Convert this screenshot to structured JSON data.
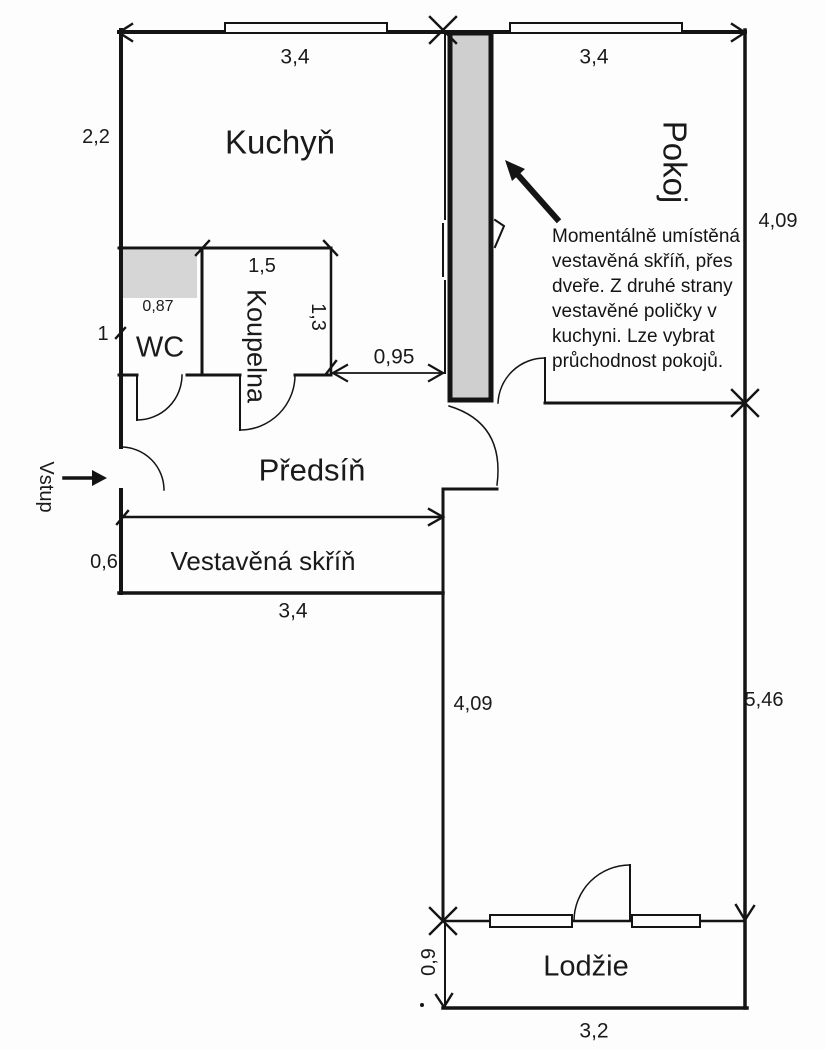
{
  "labels": {
    "kitchen": "Kuchyň",
    "room": "Pokoj",
    "wc": "WC",
    "bathroom": "Koupelna",
    "hall": "Předsíň",
    "wardrobe": "Vestavěná skříň",
    "loggia": "Lodžie",
    "entrance": "Vstup"
  },
  "dims": {
    "kitchen_top": "3,4",
    "room_top": "3,4",
    "kitchen_left": "2,2",
    "room_right": "4,09",
    "bath_top": "1,5",
    "bath_right": "1,3",
    "shaft": "0,87",
    "wc_left": "1",
    "kitchen_passage": "0,95",
    "wardrobe_left": "0,6",
    "wardrobe_bottom": "3,4",
    "lower_left": "4,09",
    "lower_right": "5,46",
    "loggia_left": "0,9",
    "loggia_bottom": "3,2"
  },
  "note": "Momentálně umístěná vestavěná skříň, přes dveře. Z druhé strany vestavěné poličky v kuchyni. Lze vybrat průchodnost pokojů.",
  "colors": {
    "line": "#141414",
    "wardrobe_fill": "#cfcfcf",
    "shaft_fill": "#d6d6d6"
  }
}
